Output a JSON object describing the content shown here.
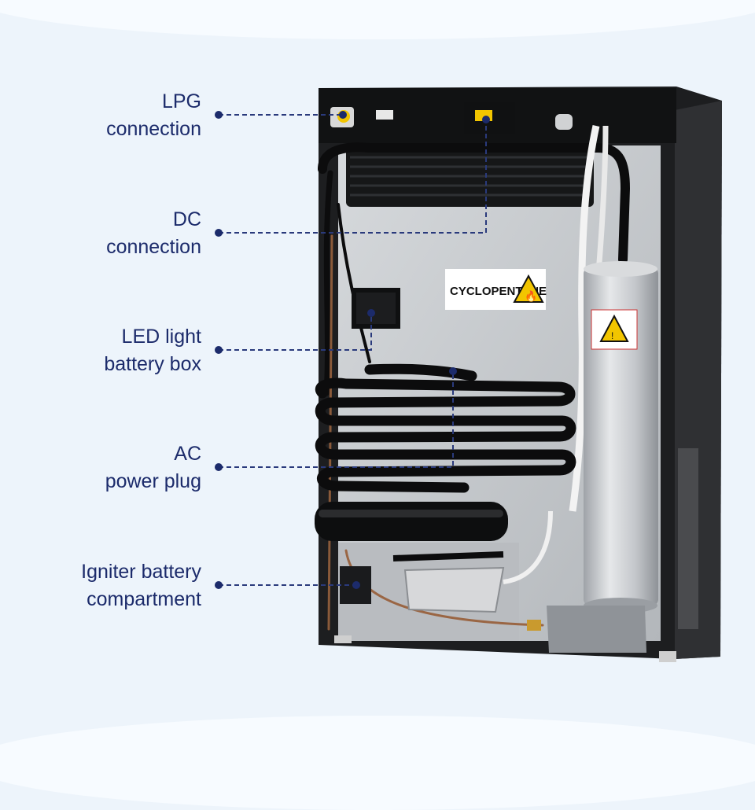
{
  "labels": [
    {
      "line1": "LPG",
      "line2": "connection"
    },
    {
      "line1": "DC",
      "line2": "connection"
    },
    {
      "line1": "LED light",
      "line2": "battery box"
    },
    {
      "line1": "AC",
      "line2": "power plug"
    },
    {
      "line1": "Igniter battery",
      "line2": "compartment"
    }
  ],
  "product_label": "CYCLOPENTANE",
  "colors": {
    "background": "#edf4fb",
    "text": "#1c2b6b",
    "leader_line": "#2a3a7c",
    "cabinet": "#1d1e20",
    "back_panel": "#c7cacd",
    "tubing": "#0c0c0d",
    "warning": "#f2c500"
  },
  "icons": [
    "flammable-warning-icon",
    "hazard-warning-icon"
  ]
}
